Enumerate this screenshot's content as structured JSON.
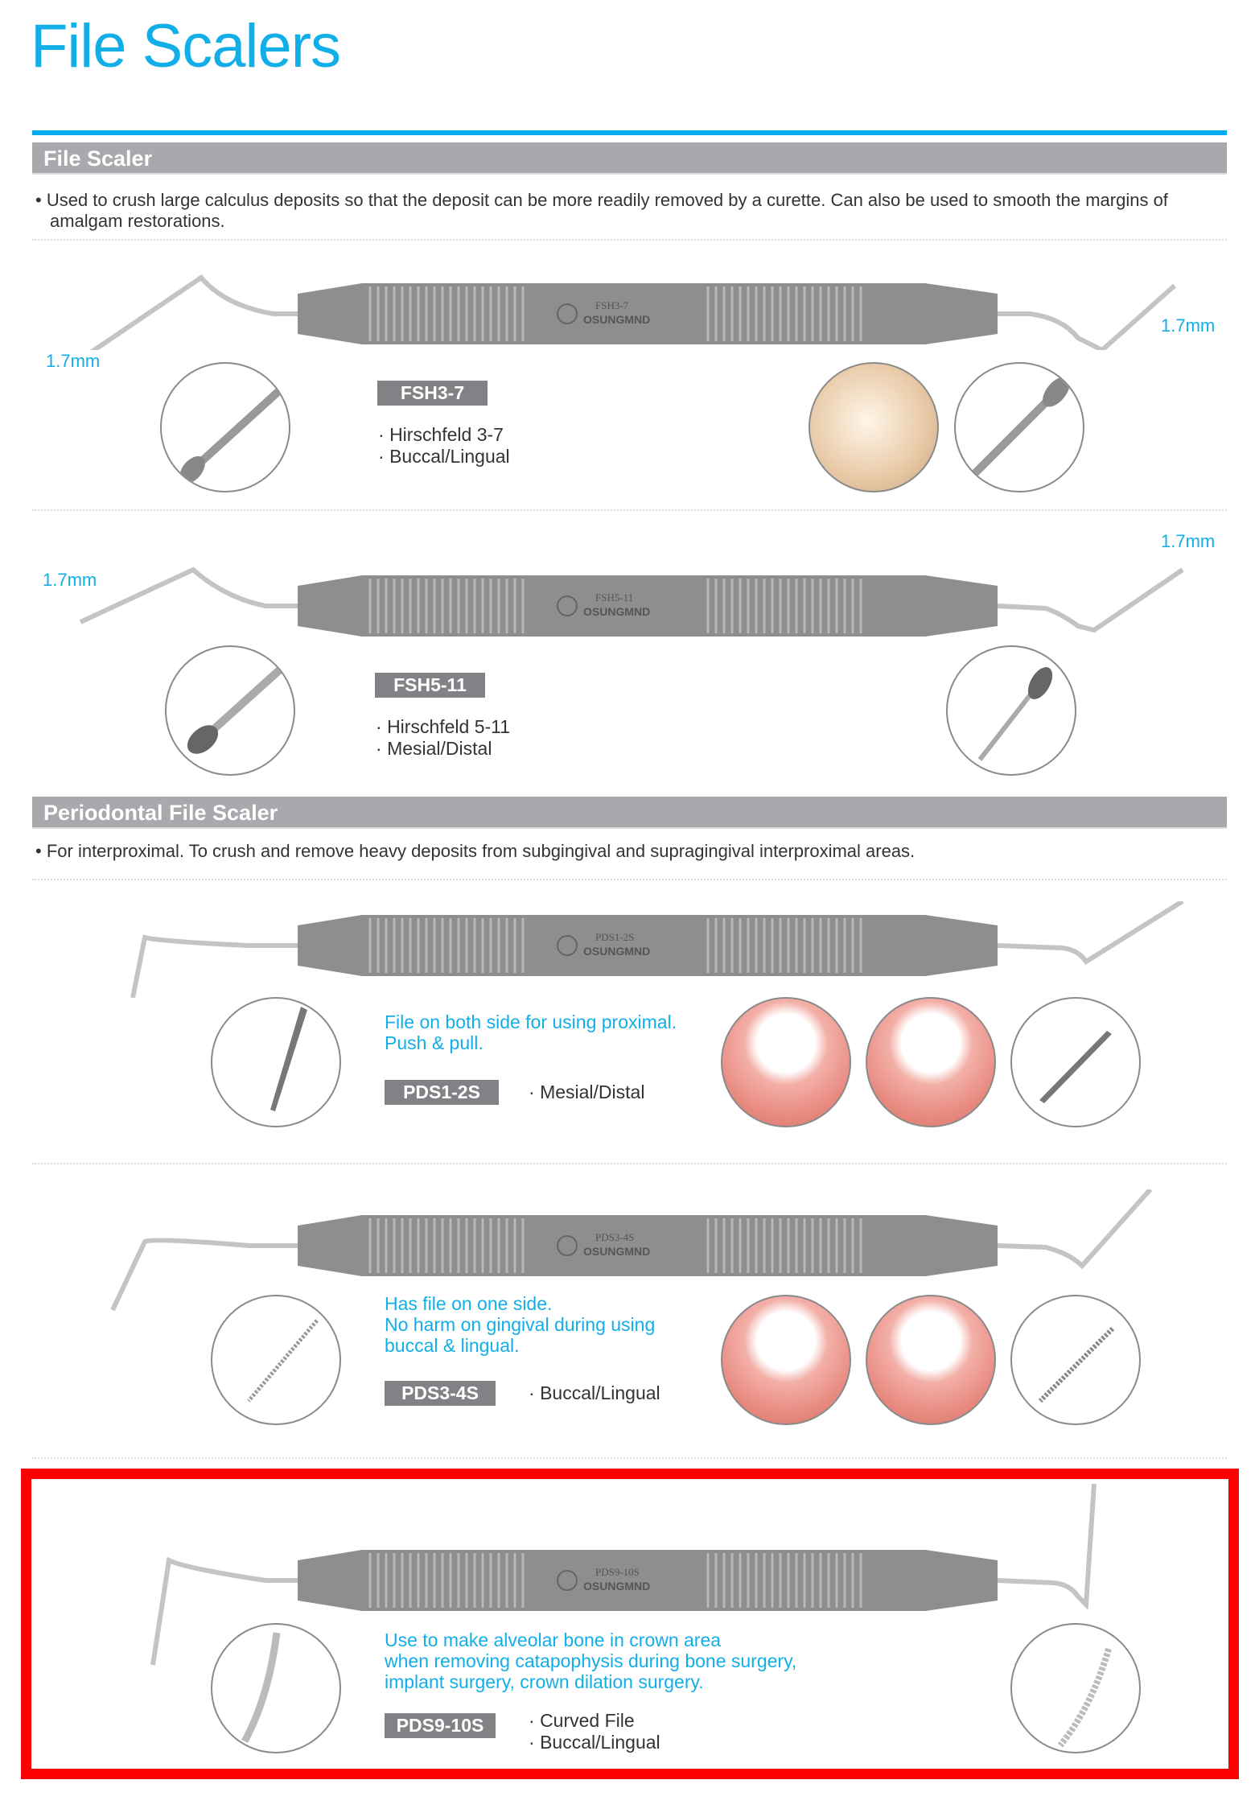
{
  "page_title": "File Scalers",
  "sections": [
    {
      "header": "File Scaler",
      "description": "Used to crush large calculus deposits so that the deposit can be more readily removed by a curette. Can also be used to smooth the margins of amalgam restorations."
    },
    {
      "header": "Periodontal File Scaler",
      "description": "For interproximal. To crush and remove heavy deposits from subgingival and supragingival interproximal areas."
    }
  ],
  "products": [
    {
      "code": "FSH3-7",
      "handle_mark": "FSH3-7",
      "brand": "OSUNGMND",
      "bullets": [
        "Hirschfeld 3-7",
        "Buccal/Lingual"
      ],
      "tip_left": "1.7mm",
      "tip_right": "1.7mm"
    },
    {
      "code": "FSH5-11",
      "handle_mark": "FSH5-11",
      "brand": "OSUNGMND",
      "bullets": [
        "Hirschfeld 5-11",
        "Mesial/Distal"
      ],
      "tip_left": "1.7mm",
      "tip_right": "1.7mm"
    },
    {
      "code": "PDS1-2S",
      "handle_mark": "PDS1-2S",
      "brand": "OSUNGMND",
      "note": [
        "File on both side for using proximal.",
        "Push & pull."
      ],
      "bullets": [
        "Mesial/Distal"
      ]
    },
    {
      "code": "PDS3-4S",
      "handle_mark": "PDS3-4S",
      "brand": "OSUNGMND",
      "note": [
        "Has file on one side.",
        "No harm on gingival during using",
        "buccal & lingual."
      ],
      "bullets": [
        "Buccal/Lingual"
      ]
    },
    {
      "code": "PDS9-10S",
      "handle_mark": "PDS9-10S",
      "brand": "OSUNGMND",
      "note": [
        "Use to make alveolar bone in crown area",
        "when removing catapophysis during bone surgery,",
        "implant surgery, crown dilation surgery."
      ],
      "bullets": [
        "Curved File",
        "Buccal/Lingual"
      ],
      "highlighted": true
    }
  ],
  "colors": {
    "accent": "#00aeef",
    "header_gray": "#a7a9ac",
    "badge_gray": "#808285",
    "highlight": "#ff0000"
  }
}
